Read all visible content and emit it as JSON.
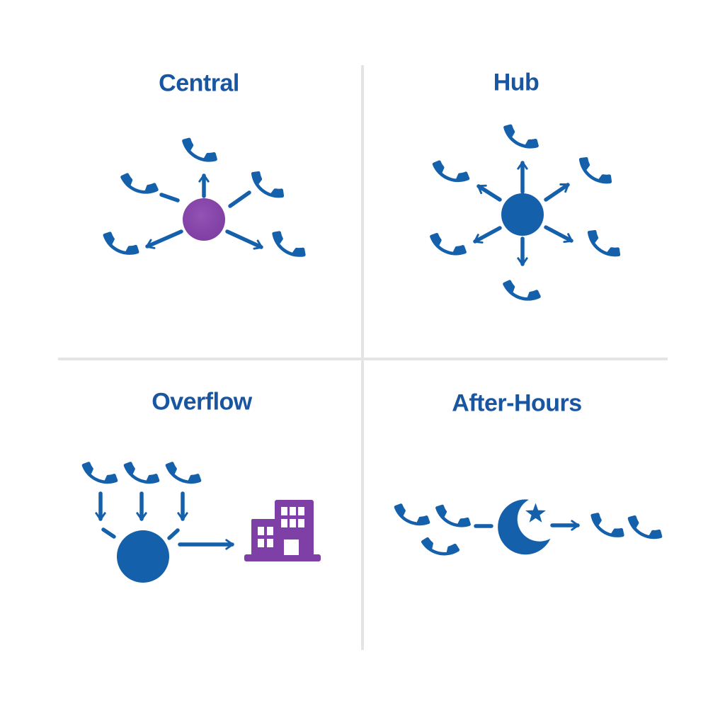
{
  "colors": {
    "icon_blue": "#1560ab",
    "title_blue": "#1856a2",
    "node_purple": "#8a46ad",
    "building_purple": "#7e3fa6",
    "divider_gray": "#e4e4e4",
    "background": "#ffffff"
  },
  "quadrants": {
    "central": {
      "title": "Central",
      "phone_count": 5,
      "node_icon": "purple-circle-node",
      "node_color": "#8a46ad"
    },
    "hub": {
      "title": "Hub",
      "phone_count": 6,
      "node_icon": "blue-circle-node",
      "node_color": "#1560ab"
    },
    "overflow": {
      "title": "Overflow",
      "phone_count": 3,
      "node_icon": "blue-circle-node",
      "node_color": "#1560ab",
      "destination_icon": "building-icon",
      "destination_color": "#7e3fa6"
    },
    "after_hours": {
      "title": "After-Hours",
      "incoming_phone_count": 3,
      "outgoing_phone_count": 2,
      "night_icon": "moon-star-icon"
    }
  }
}
